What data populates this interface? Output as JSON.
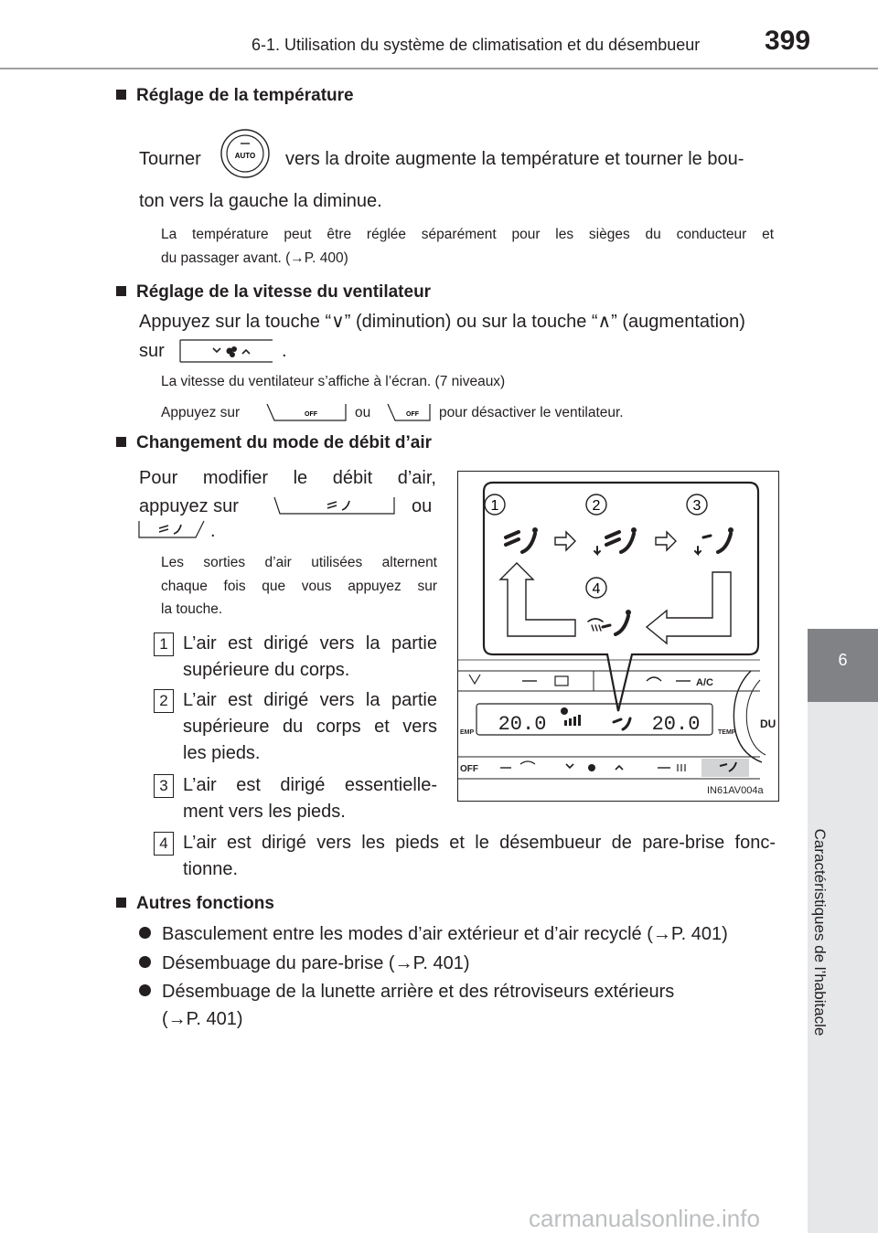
{
  "header": {
    "title": "6-1. Utilisation du système de climatisation et du désembueur",
    "page_number": "399"
  },
  "side_tab": {
    "number": "6",
    "label": "Caractéristiques de l’habitacle"
  },
  "sections": {
    "temperature": {
      "heading": "Réglage de la température",
      "line1_a": "Tourner",
      "line1_b": "vers la droite augmente la température et tourner le bou-",
      "line2": "ton vers la gauche la diminue.",
      "note_1": "La température peut être réglée séparément pour les sièges du conducteur et",
      "note_2": "du passager avant. (→P. 400)",
      "knob_label": "AUTO"
    },
    "fan_speed": {
      "heading": "Réglage de la vitesse du ventilateur",
      "line1": "Appuyez sur la touche “∨” (diminution) ou sur la touche “∧” (augmentation)",
      "line2_a": "sur",
      "line2_b": ".",
      "note_1": "La vitesse du ventilateur s’affiche à l’écran. (7 niveaux)",
      "note_2_a": "Appuyez sur",
      "note_2_b": "ou",
      "note_2_c": "pour désactiver le ventilateur.",
      "off_label": "OFF"
    },
    "airflow": {
      "heading": "Changement du mode de débit d’air",
      "line1": "Pour modifier le débit d’air,",
      "line2_a": "appuyez sur",
      "line2_b": "ou",
      "line3": ".",
      "note_1": "Les sorties d’air utilisées alternent",
      "note_2": "chaque fois que vous appuyez sur",
      "note_3": "la touche.",
      "items": [
        {
          "num": "1",
          "text_1": "L’air est dirigé vers la partie",
          "text_2": "supérieure du corps."
        },
        {
          "num": "2",
          "text_1": "L’air est dirigé vers la partie",
          "text_2": "supérieure du corps et vers",
          "text_3": "les pieds."
        },
        {
          "num": "3",
          "text_1": "L’air est dirigé essentielle-",
          "text_2": "ment vers les pieds."
        },
        {
          "num": "4",
          "text_1": "L’air est dirigé vers les pieds et le désembueur de pare-brise fonc-",
          "text_2": "tionne."
        }
      ]
    },
    "other": {
      "heading": "Autres fonctions",
      "bullets": [
        "Basculement entre les modes d’air extérieur et d’air recyclé (→P. 401)",
        "Désembuage du pare-brise (→P. 401)",
        "Désembuage de la lunette arrière et des rétroviseurs extérieurs"
      ],
      "bullet_3_cont": "(→P. 401)"
    }
  },
  "figure": {
    "callouts": [
      "1",
      "2",
      "3",
      "4"
    ],
    "display_left": "20.0",
    "display_right": "20.0",
    "ac_label": "A/C",
    "temp_left": "EMP",
    "temp_right": "TEMP",
    "off_label": "OFF",
    "knob_partial": "DU",
    "code": "IN61AV004a"
  },
  "watermark": "carmanualsonline.info"
}
